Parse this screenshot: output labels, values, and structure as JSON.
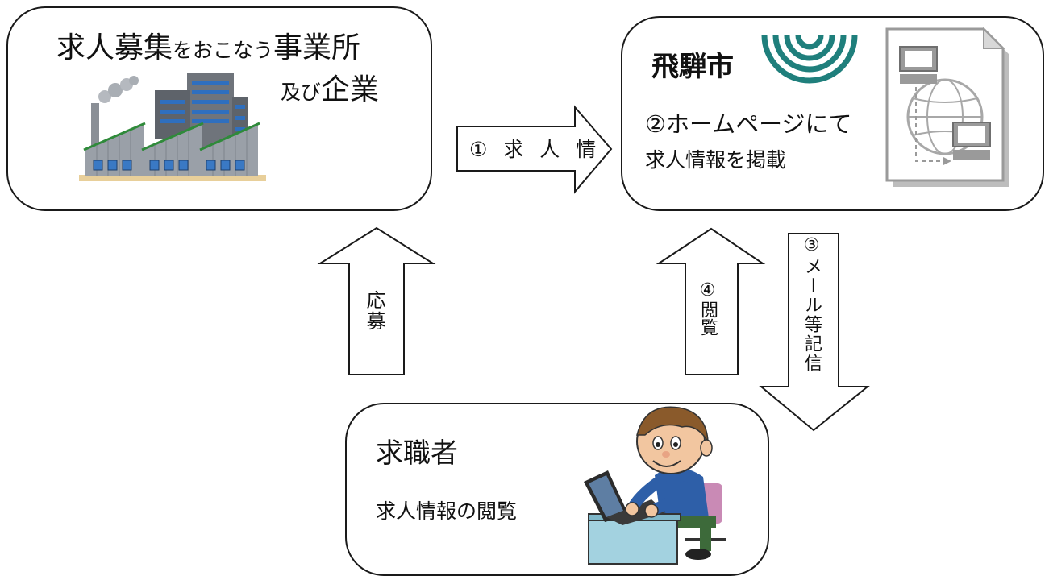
{
  "company": {
    "title_main": "求人募集",
    "title_small": "をおこなう",
    "title_end": "事業所",
    "sub_small": "及び",
    "sub_big": "企業"
  },
  "city": {
    "name": "飛騨市",
    "line1": "②ホームページにて",
    "line2": "求人情報を掲載"
  },
  "seeker": {
    "name": "求職者",
    "line": "求人情報の閲覧"
  },
  "arrows": {
    "info": "① 求 人 情",
    "apply": "応募",
    "browse": "④閲覧",
    "mail": "③メール等記信"
  },
  "icons": [
    "factory-icon",
    "city-logo-icon",
    "web-network-icon",
    "person-computer-icon"
  ],
  "colors": {
    "logo_teal": "#1f7f7c",
    "factory_gray": "#8a8f96",
    "factory_window_blue": "#3a79c4"
  }
}
